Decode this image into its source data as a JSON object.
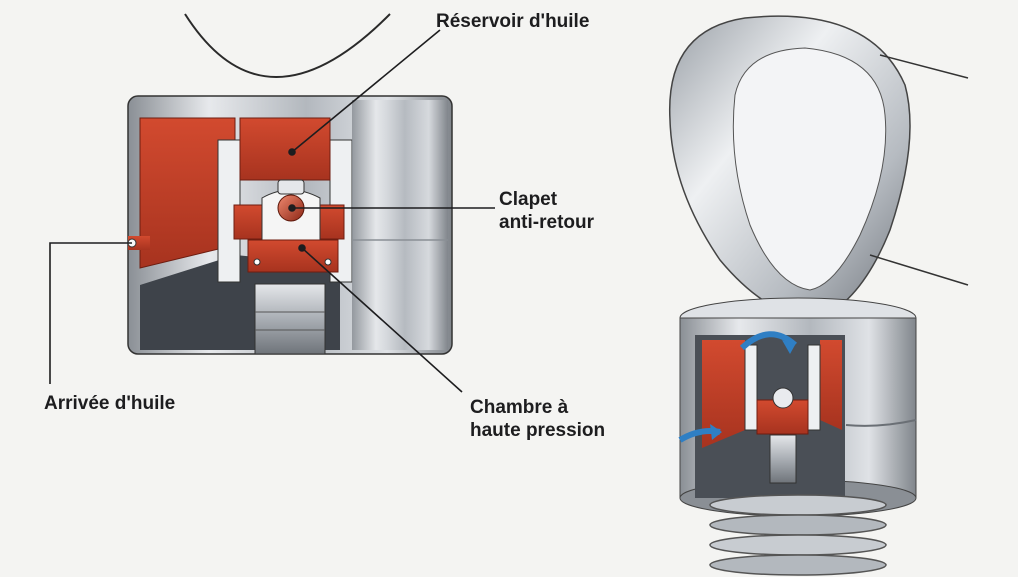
{
  "labels": {
    "reservoir": "Réservoir d'huile",
    "clapet_line1": "Clapet",
    "clapet_line2": "anti-retour",
    "arrivee": "Arrivée d'huile",
    "chambre_line1": "Chambre à",
    "chambre_line2": "haute pression"
  },
  "colors": {
    "oil": "#c9442c",
    "metal": "#b9bdc2",
    "metal_dark": "#7d8288",
    "arrow": "#2f7fc4",
    "background": "#f4f4f2",
    "text": "#1d1d1f"
  }
}
